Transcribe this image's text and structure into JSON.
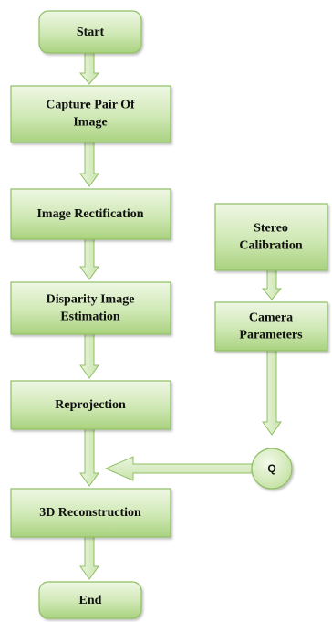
{
  "diagram": {
    "nodes": {
      "start": {
        "lines": [
          "Start"
        ]
      },
      "capture": {
        "lines": [
          "Capture Pair Of",
          "Image"
        ]
      },
      "rectify": {
        "lines": [
          "Image Rectification"
        ]
      },
      "disparity": {
        "lines": [
          "Disparity Image",
          "Estimation"
        ]
      },
      "reprojection": {
        "lines": [
          "Reprojection"
        ]
      },
      "reconstruction": {
        "lines": [
          "3D Reconstruction"
        ]
      },
      "end": {
        "lines": [
          "End"
        ]
      },
      "stereo": {
        "lines": [
          "Stereo",
          "Calibration"
        ]
      },
      "camera": {
        "lines": [
          "Camera",
          "Parameters"
        ]
      },
      "q": {
        "lines": [
          "Q"
        ]
      }
    },
    "edges": [
      {
        "from": "start",
        "to": "capture"
      },
      {
        "from": "capture",
        "to": "rectify"
      },
      {
        "from": "rectify",
        "to": "disparity"
      },
      {
        "from": "disparity",
        "to": "reprojection"
      },
      {
        "from": "reprojection",
        "to": "reconstruction"
      },
      {
        "from": "reconstruction",
        "to": "end"
      },
      {
        "from": "stereo",
        "to": "camera"
      },
      {
        "from": "camera",
        "to": "q"
      },
      {
        "from": "q",
        "to": "reconstruction"
      }
    ],
    "colors": {
      "box_fill_light": "#e9f4dc",
      "box_fill_dark": "#b9dc95",
      "box_stroke": "#8fbf63",
      "arrow_fill": "#d8ecc4",
      "arrow_stroke": "#8fbf63"
    }
  }
}
